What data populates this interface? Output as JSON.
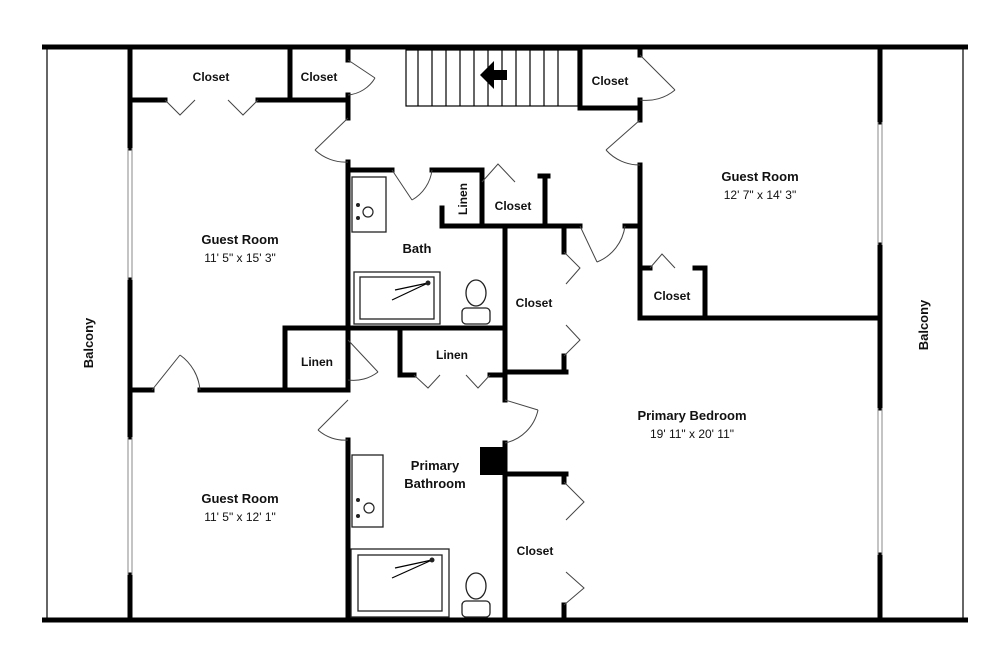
{
  "rooms": {
    "balcony_left": "Balcony",
    "balcony_right": "Balcony",
    "closet_top_left": "Closet",
    "closet_top_small": "Closet",
    "closet_top_right": "Closet",
    "guest_room_top_left": {
      "name": "Guest Room",
      "dims": "11' 5\" x 15' 3\""
    },
    "guest_room_top_right": {
      "name": "Guest Room",
      "dims": "12' 7\" x 14' 3\""
    },
    "guest_room_bottom_left": {
      "name": "Guest Room",
      "dims": "11' 5\" x 12' 1\""
    },
    "bath": "Bath",
    "linen_vertical": "Linen",
    "closet_hall": "Closet",
    "closet_guest_right": "Closet",
    "closet_middle": "Closet",
    "linen_left": "Linen",
    "linen_center": "Linen",
    "primary_bedroom": {
      "name": "Primary Bedroom",
      "dims": "19' 11\" x 20' 11\""
    },
    "primary_bathroom": {
      "line1": "Primary",
      "line2": "Bathroom"
    },
    "closet_primary": "Closet"
  },
  "colors": {
    "wall": "#000000",
    "background": "#ffffff",
    "window": "#888888"
  },
  "icons": [
    "stair-arrow-icon",
    "sink-icon",
    "bathtub-icon",
    "toilet-icon"
  ]
}
